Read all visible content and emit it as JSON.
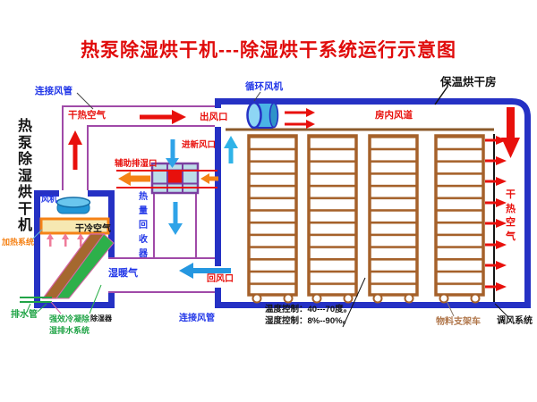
{
  "title": "热泵除湿烘干机---除湿烘干系统运行示意图",
  "machine": {
    "name_vertical": "热泵除湿烘干机",
    "fan": "风机",
    "heating_system": "加热系统",
    "dry_cold_air": "干冷空气",
    "wet_warm_air": "湿暖气",
    "drain_pipe": "排水管",
    "condensate_drain_system": "强效冷凝除湿排水系统",
    "dehumidifier": "除湿器"
  },
  "ducts": {
    "connect_duct_top": "连接风管",
    "connect_duct_bottom": "连接风管",
    "dry_hot_air": "干热空气",
    "outlet": "出风口",
    "return_air_inlet": "回风口",
    "fresh_air_inlet": "进新风口",
    "aux_moisture_outlet": "辅助排湿口",
    "heat_recovery": "热量回收器"
  },
  "room": {
    "name": "保温烘干房",
    "indoor_duct": "房内风道",
    "circulation_fan": "循环风机",
    "material_rack_cart": "物料支架车",
    "air_adjust_system": "调风系统",
    "dry_hot_air_vertical": "干热空气",
    "temp_control": "温度控制：40---70度。",
    "humidity_control": "湿度控制：8%--90%。"
  },
  "colors": {
    "title_red": "#e00b0b",
    "wall_blue": "#2531c4",
    "duct_purple": "#a04aa8",
    "label_blue": "#2237e8",
    "arrow_red": "#e8100c",
    "arrow_cyan": "#2fb3e8",
    "arrow_orange": "#f58216",
    "green": "#21a447",
    "rack_brown": "#a5612a",
    "heater_fill": "#f6e8b2",
    "grid_cell_blue": "#bcdde8",
    "cart_label_brown": "#b0764a"
  }
}
